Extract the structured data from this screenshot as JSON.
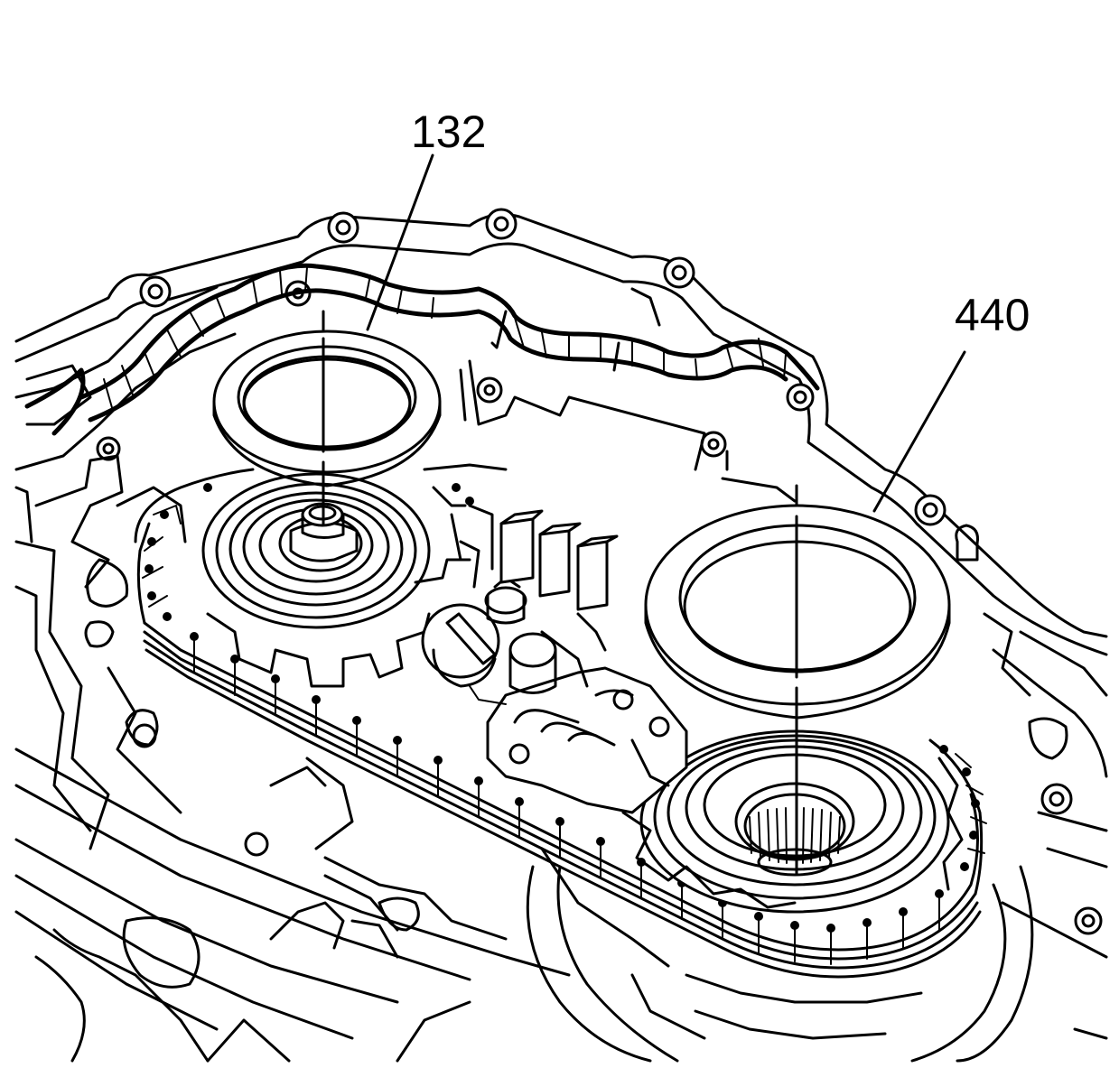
{
  "callouts": [
    {
      "id": "132",
      "label": "132"
    },
    {
      "id": "440",
      "label": "440"
    }
  ],
  "colors": {
    "line": "#000000",
    "background": "#ffffff"
  }
}
